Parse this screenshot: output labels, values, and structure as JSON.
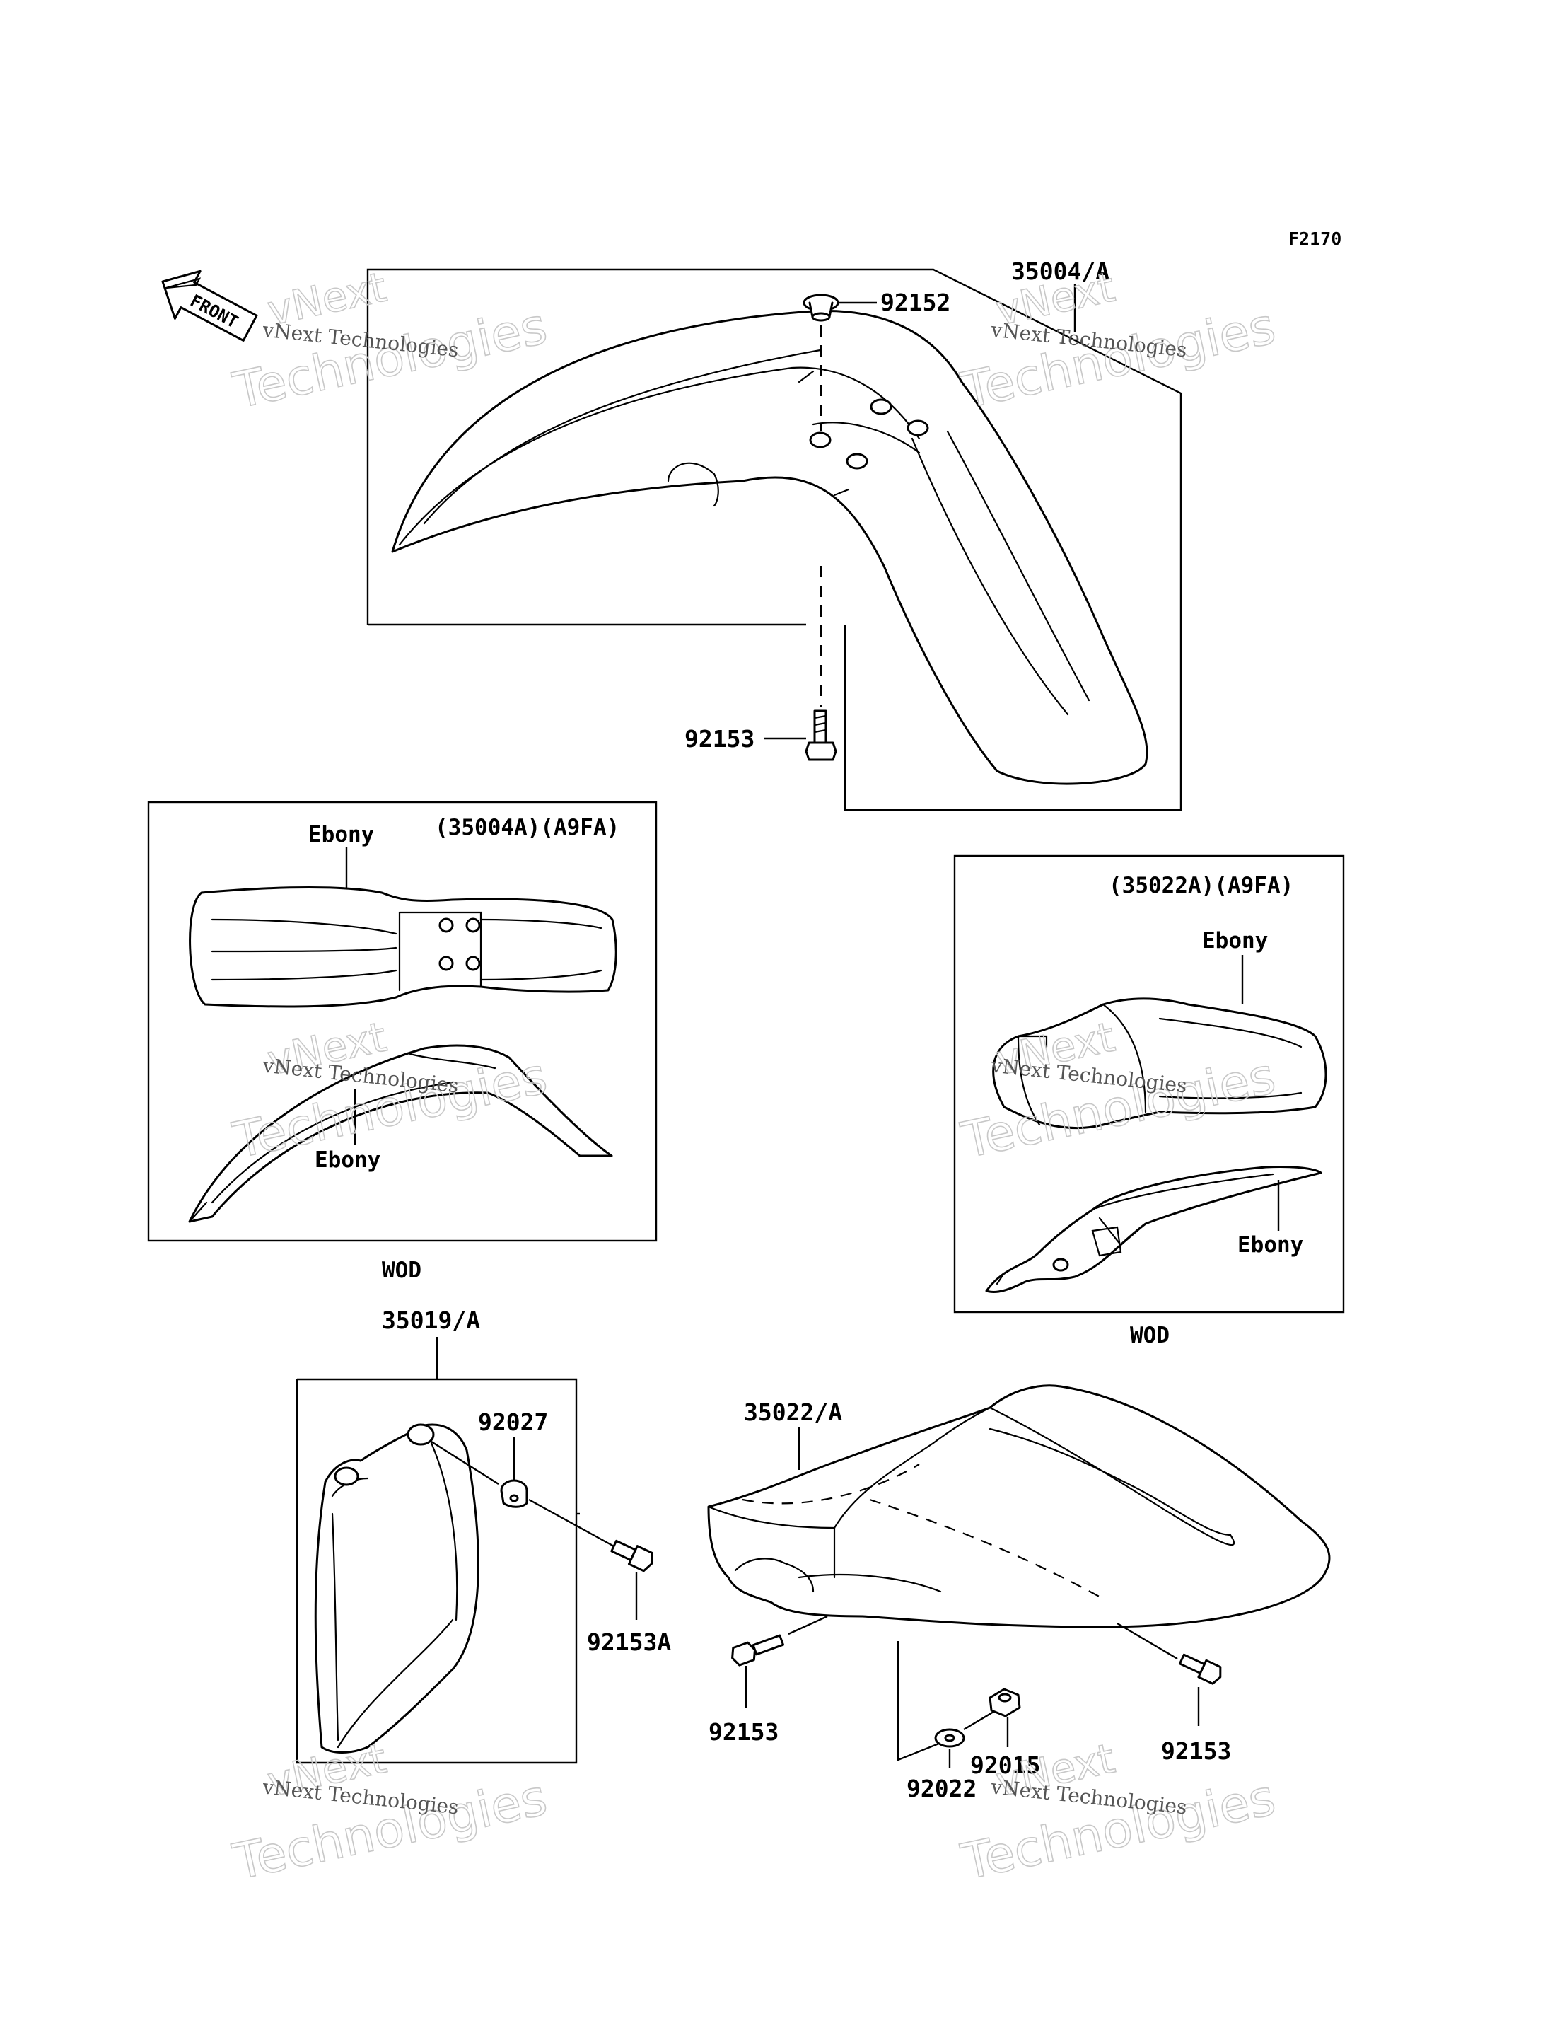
{
  "figure_code": "F2170",
  "arrow": {
    "label": "FRONT"
  },
  "parts": {
    "front_fender": "35004/A",
    "front_fender_variant": "(35004A)(A9FA)",
    "rear_fender": "35022/A",
    "rear_fender_variant": "(35022A)(A9FA)",
    "side_cover": "35019/A",
    "grommet": "92152",
    "bolt_front": "92153",
    "bolt_rear_left": "92153",
    "bolt_rear_right": "92153",
    "bolt_side": "92153A",
    "washer_side": "92027",
    "washer_rear": "92022",
    "nut_rear": "92015"
  },
  "colors": {
    "front_top": "Ebony",
    "front_side": "Ebony",
    "rear_top": "Ebony",
    "rear_side": "Ebony"
  },
  "variant_tags": {
    "front": "WOD",
    "rear": "WOD"
  },
  "watermark": {
    "line1": "vNext",
    "line2": "Technologies",
    "small": "vNext Technologies"
  }
}
